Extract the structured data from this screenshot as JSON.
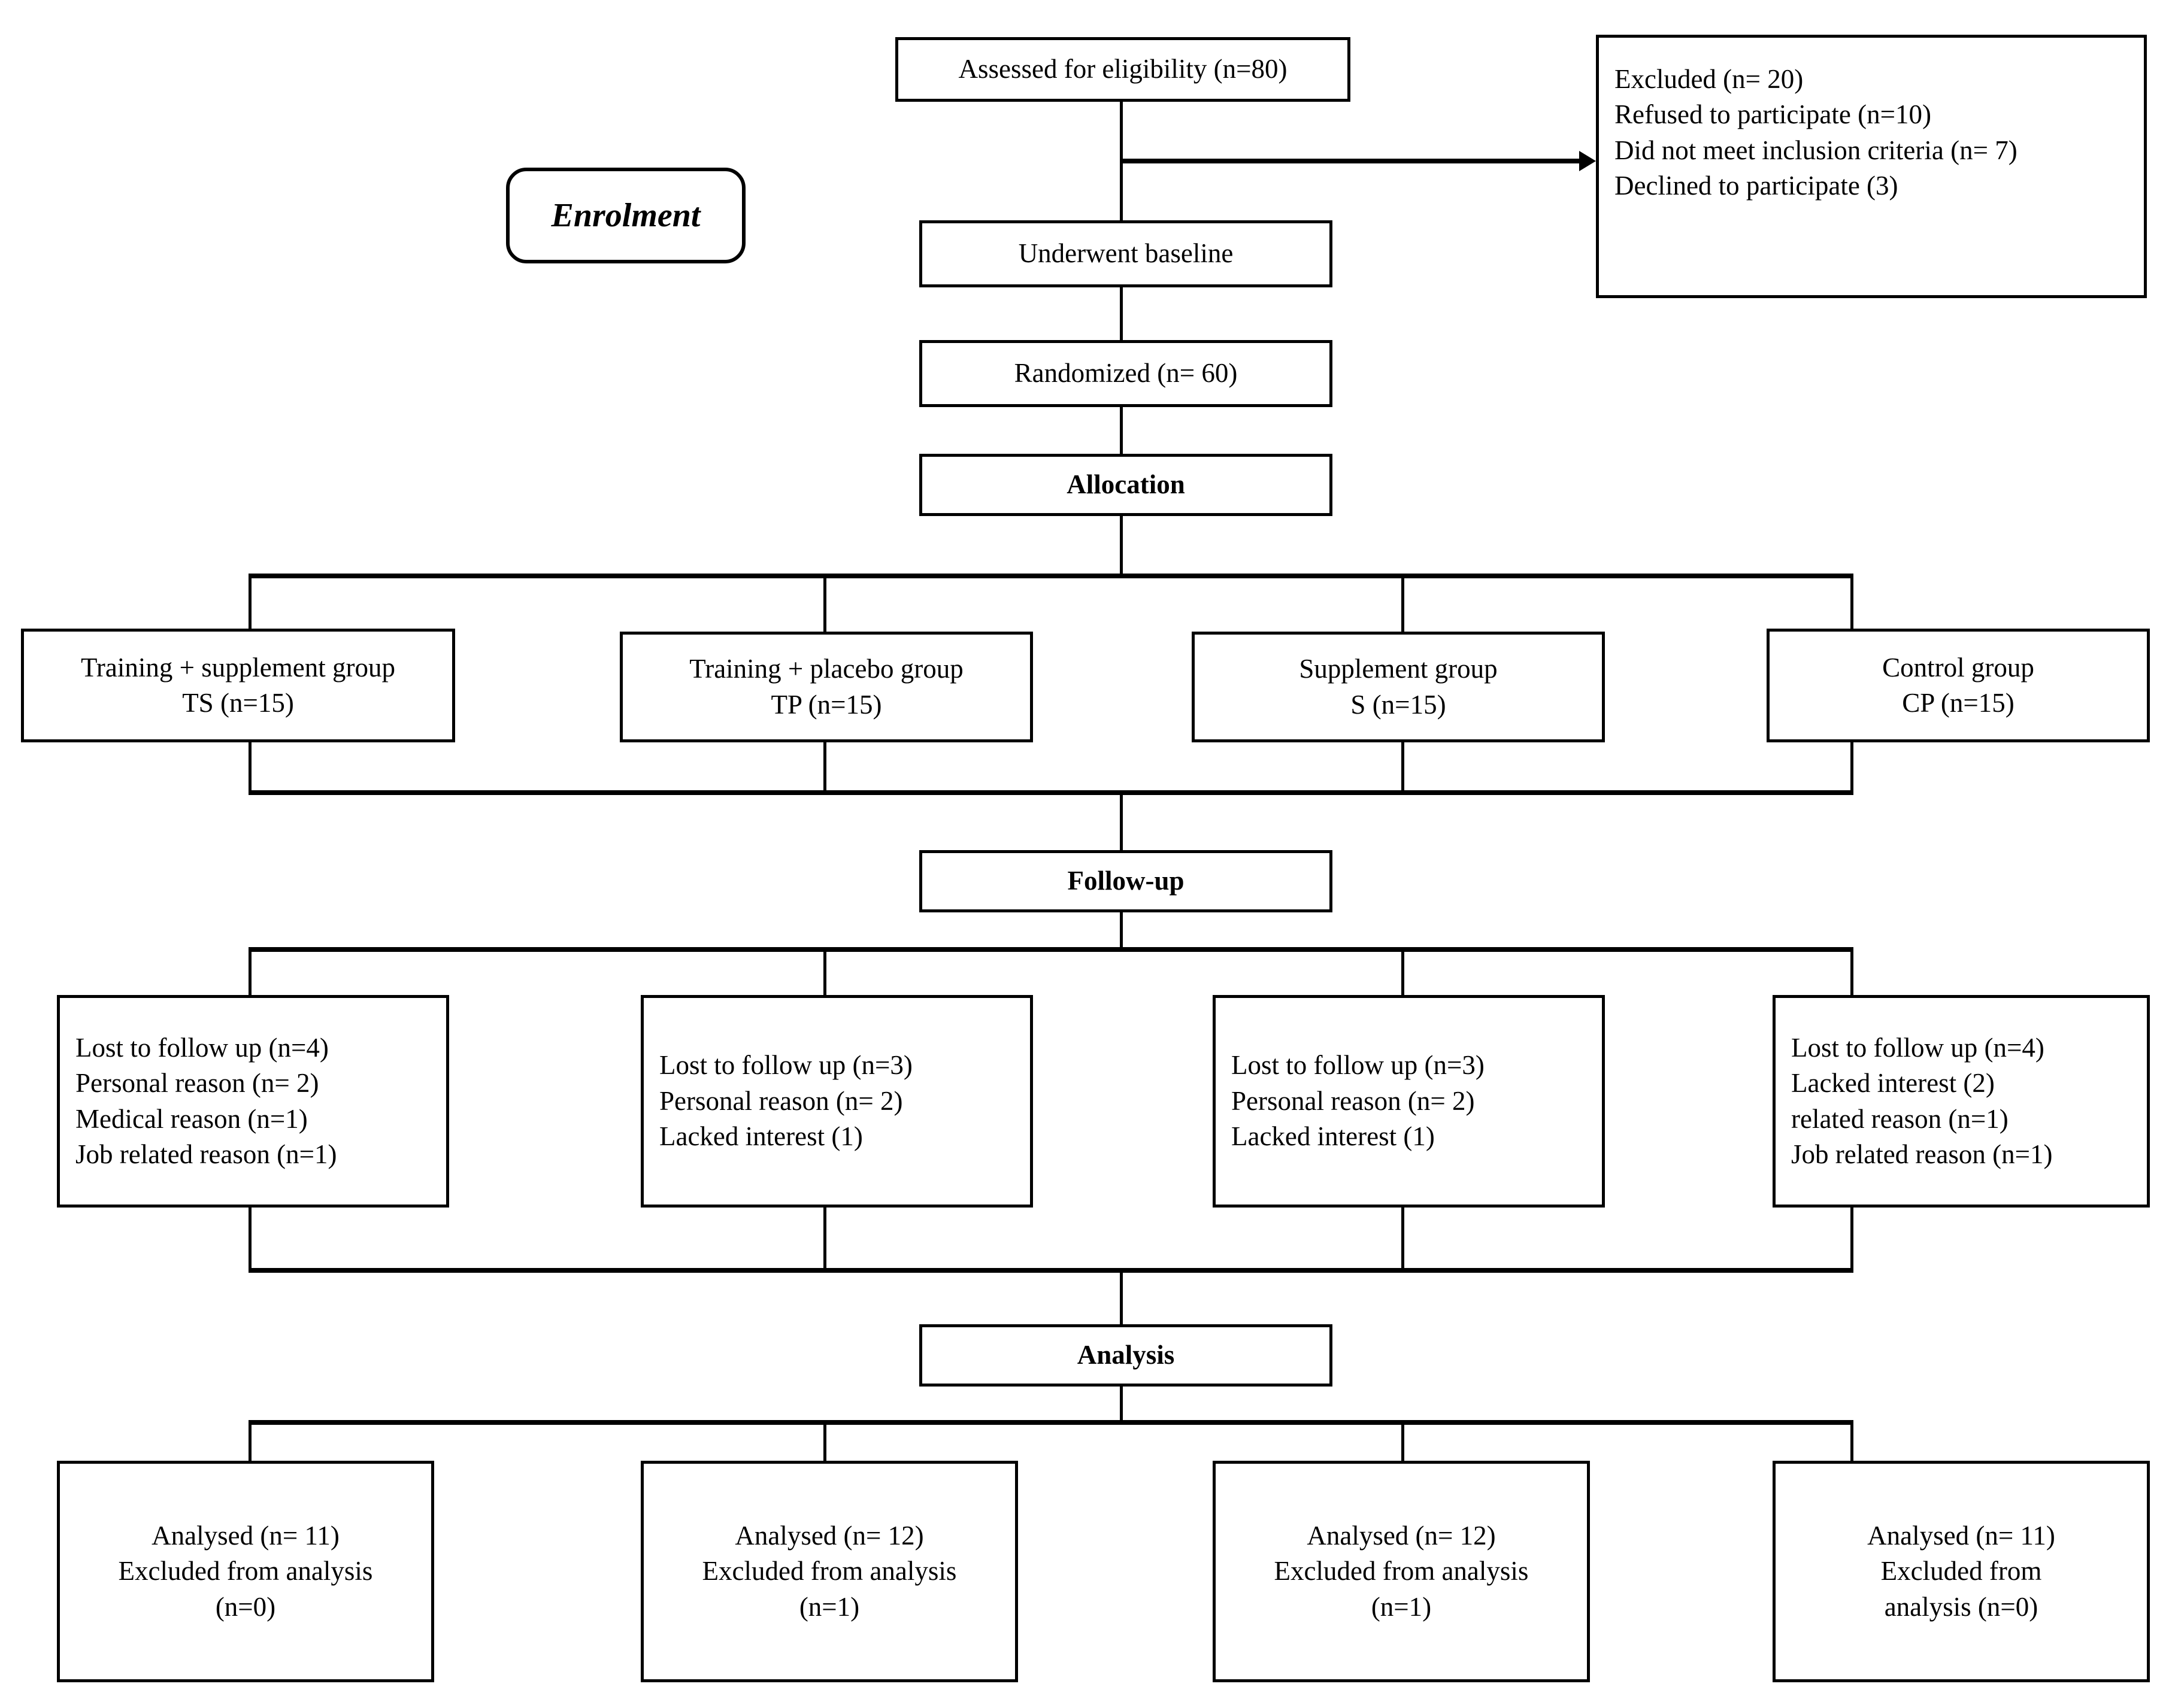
{
  "diagram": {
    "type": "consort-flow-diagram",
    "stage_labels": {
      "enrolment": "Enrolment",
      "allocation": "Allocation",
      "followup": "Follow-up",
      "analysis": "Analysis"
    },
    "enrolment": {
      "assessed": "Assessed for eligibility  (n=80)",
      "baseline": "Underwent baseline",
      "randomized": "Randomized (n= 60)",
      "excluded": {
        "line1": "Excluded (n= 20)",
        "line2": "Refused to participate (n=10)",
        "line3": "Did not meet inclusion criteria (n= 7)",
        "line4": "Declined to participate (3)"
      }
    },
    "allocation_groups": [
      {
        "name": "Training + supplement group",
        "code": "TS (n=15)"
      },
      {
        "name": "Training + placebo group",
        "code": "TP (n=15)"
      },
      {
        "name": "Supplement group",
        "code": "S (n=15)"
      },
      {
        "name": "Control group",
        "code": "CP (n=15)"
      }
    ],
    "followup_groups": [
      {
        "line1": "Lost to follow up (n=4)",
        "line2": "Personal reason (n= 2)",
        "line3": "Medical reason (n=1)",
        "line4": "Job related reason (n=1)"
      },
      {
        "line1": "Lost to follow up (n=3)",
        "line2": "Personal reason (n= 2)",
        "line3": "Lacked interest (1)",
        "line4": ""
      },
      {
        "line1": "Lost to follow up (n=3)",
        "line2": "Personal reason (n= 2)",
        "line3": "Lacked interest (1)",
        "line4": ""
      },
      {
        "line1": "Lost to follow up (n=4)",
        "line2": "Lacked interest (2)",
        "line3": "related reason (n=1)",
        "line4": "Job related reason (n=1)"
      }
    ],
    "analysis_groups": [
      {
        "line1": "Analysed (n= 11)",
        "line2": "Excluded from analysis",
        "line3": "(n=0)"
      },
      {
        "line1": "Analysed (n= 12)",
        "line2": "Excluded from analysis",
        "line3": "(n=1)"
      },
      {
        "line1": "Analysed (n= 12)",
        "line2": "Excluded from analysis",
        "line3": "(n=1)"
      },
      {
        "line1": "Analysed (n= 11)",
        "line2": "Excluded from",
        "line3": "analysis (n=0)"
      }
    ],
    "colors": {
      "stroke": "#000000",
      "background": "#ffffff",
      "text": "#000000"
    }
  }
}
